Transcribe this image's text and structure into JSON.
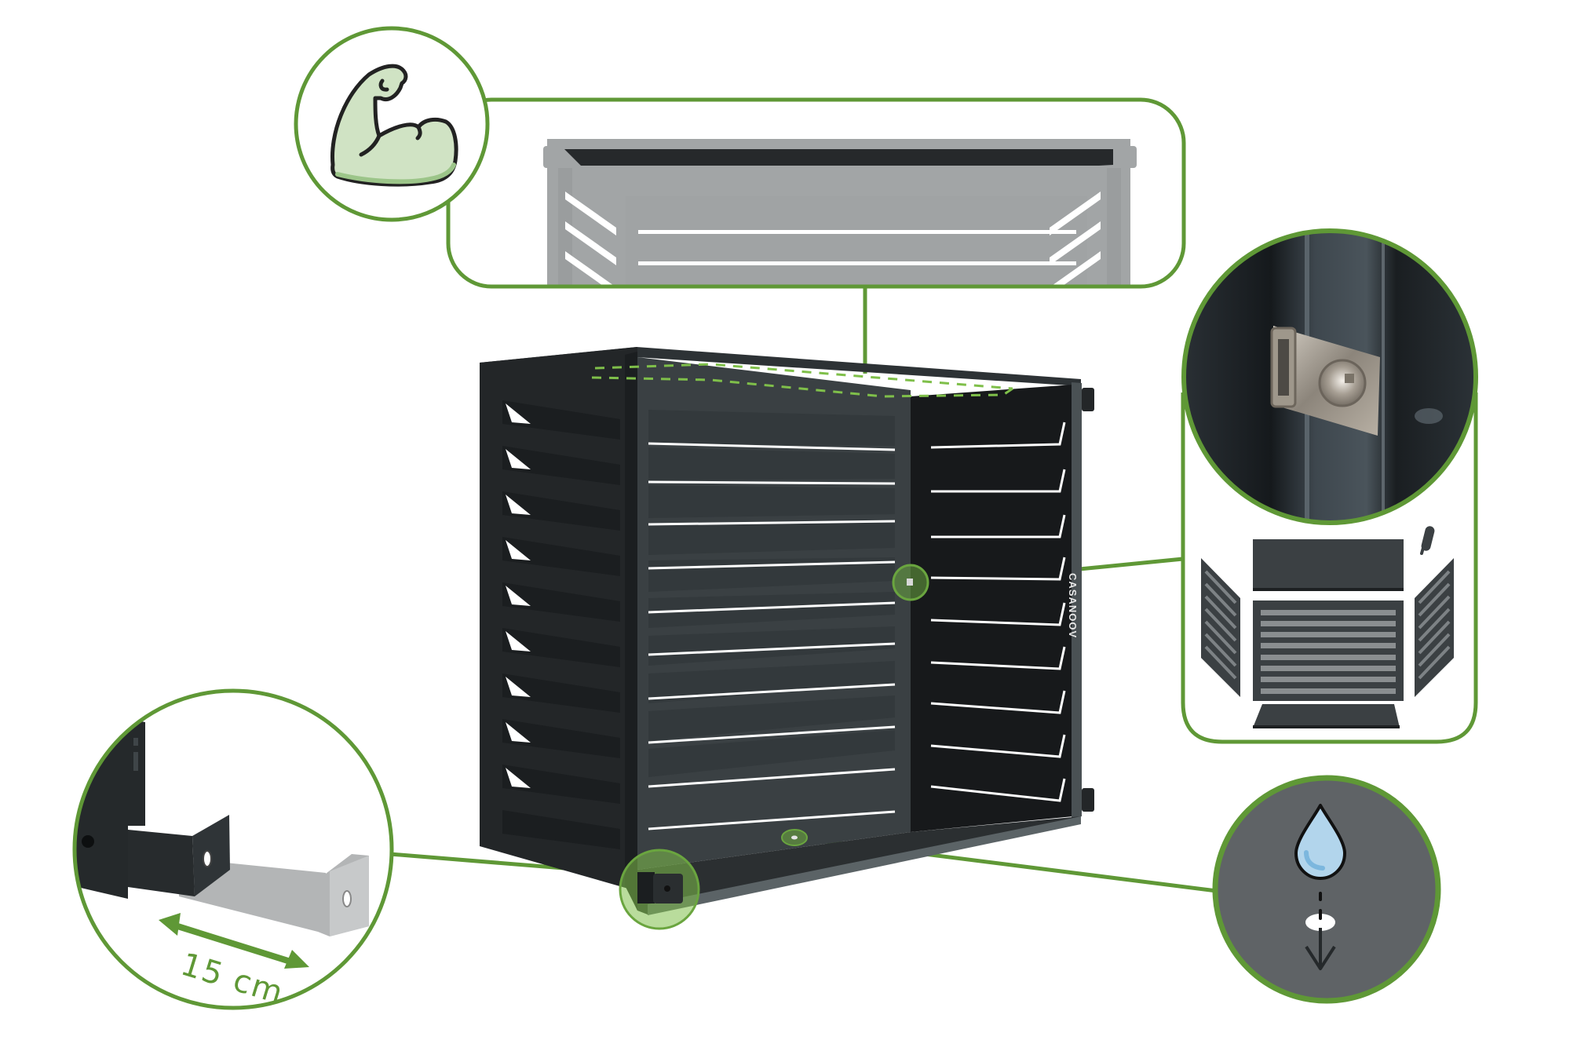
{
  "colors": {
    "accent_green": "#5f9836",
    "highlight_green": "#7fbf4a",
    "body_dark": "#232628",
    "body_mid": "#2e3336",
    "panel_back": "#3a4043",
    "panel_slat": "#33393c",
    "floor": "#2b2f31",
    "floor_edge": "#5b6366",
    "ghost_gray": "#a2a5a6",
    "ghost_gray_dark": "#8f9294",
    "ghost_bar": "#26292b",
    "drop_bg": "#5f6366",
    "drop_fill": "#b2d5ec",
    "drop_shine": "#7cb7de",
    "muscle_fill": "#d0e3c4",
    "muscle_shadow": "#9cc589",
    "icon_outline": "#222222"
  },
  "product": {
    "brand_name": "CASANOOV",
    "description": "Anthracite louvered air-conditioner cover, shown in isometric view with callouts"
  },
  "callouts": [
    {
      "id": "strength",
      "icon": "flexed-biceps-icon",
      "meaning": "reinforced sturdy top frame",
      "target": "top-frame"
    },
    {
      "id": "clip",
      "icon": "clip-fastener-photo",
      "meaning": "clip-on panel assembly",
      "target": "panel-joint"
    },
    {
      "id": "assembly",
      "icon": "exploded-panels-icon",
      "meaning": "modular panels: top, back, two sides, floor, screwdriver",
      "target": "panel-joint"
    },
    {
      "id": "drain",
      "icon": "water-drop-icon",
      "meaning": "condensation drainage hole in floor",
      "target": "floor-drain"
    },
    {
      "id": "wall-spacer",
      "icon": "wall-bracket-icon",
      "meaning": "rear wall spacer bracket",
      "target": "rear-foot"
    }
  ],
  "dimension": {
    "label": "15 cm"
  }
}
